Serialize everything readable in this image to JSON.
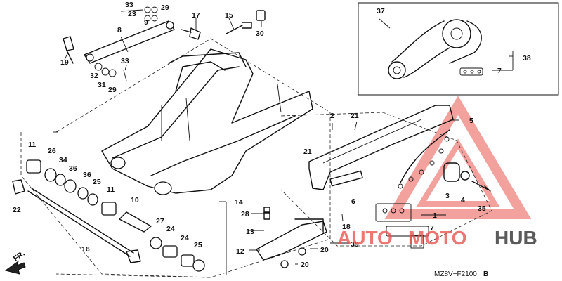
{
  "part_labels": [
    "1",
    "2",
    "3",
    "4",
    "5",
    "6",
    "7",
    "7",
    "8",
    "9",
    "10",
    "11",
    "11",
    "12",
    "13",
    "14",
    "15",
    "16",
    "17",
    "18",
    "19",
    "20",
    "20",
    "21",
    "21",
    "22",
    "23",
    "24",
    "24",
    "25",
    "25",
    "26",
    "27",
    "28",
    "29",
    "29",
    "30",
    "31",
    "32",
    "33",
    "33",
    "34",
    "35",
    "36",
    "36",
    "37",
    "38",
    "39"
  ],
  "drawing_code": "MZ8V−F2100",
  "drawing_code_suffix": "B",
  "direction_label": "FR.",
  "watermark": {
    "text_auto": "AUTO",
    "text_moto": "MOTO",
    "text_hub": "HUB",
    "colors": {
      "accent": "#e8554e",
      "dark": "#333333"
    }
  }
}
